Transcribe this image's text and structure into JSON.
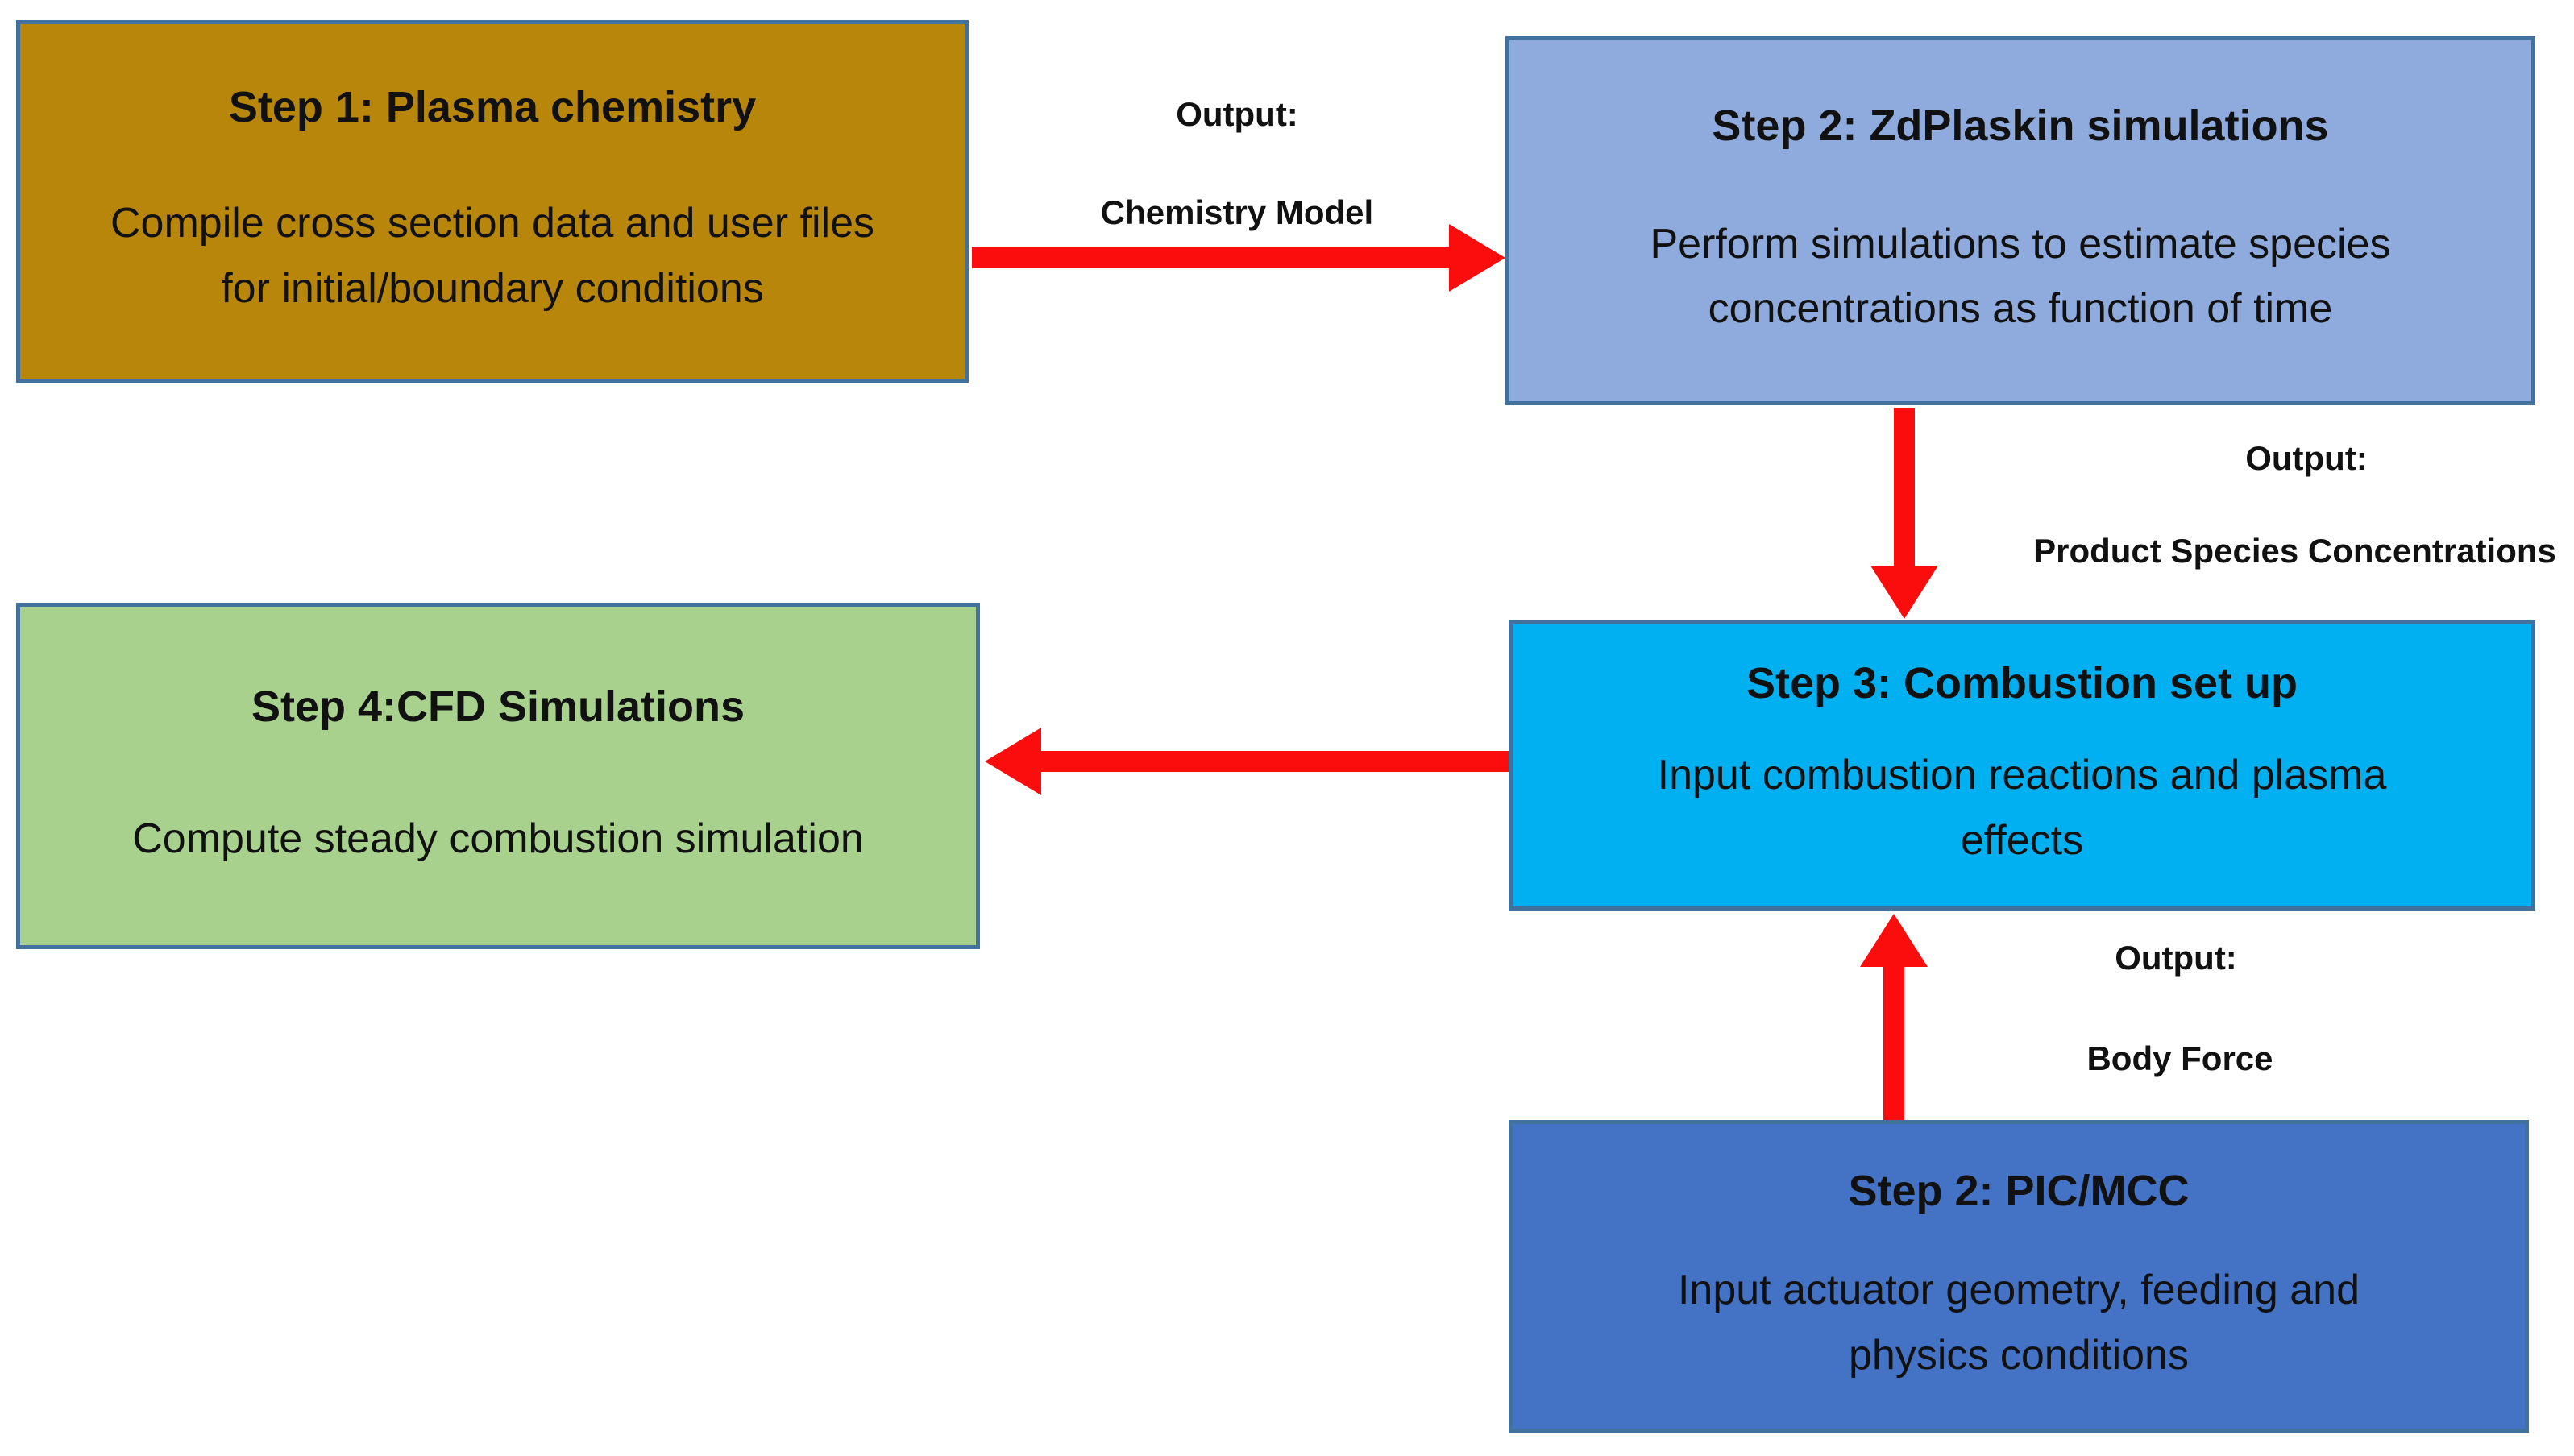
{
  "diagram": {
    "background_color": "#ffffff",
    "arrow_color": "#fb0d0d",
    "box_border_color": "#41719C",
    "text_color": "#111111",
    "boxes": [
      {
        "id": "step1",
        "title": "Step 1: Plasma chemistry",
        "body": "Compile cross section data and user files\nfor initial/boundary conditions",
        "fill": "#B8860B"
      },
      {
        "id": "step2_zdplaskin",
        "title": "Step 2: ZdPlaskin simulations",
        "body": "Perform simulations to estimate species\nconcentrations as function of time",
        "fill": "#8FAADC"
      },
      {
        "id": "step3_combustion",
        "title": "Step 3: Combustion set up",
        "body": "Input combustion reactions and plasma\neffects",
        "fill": "#00B0F0"
      },
      {
        "id": "step4_cfd",
        "title": "Step 4:CFD Simulations",
        "body": "Compute steady combustion simulation",
        "fill": "#A9D18E"
      },
      {
        "id": "step2_picmcc",
        "title": "Step 2: PIC/MCC",
        "body": "Input actuator geometry, feeding and\nphysics conditions",
        "fill": "#4472C4"
      }
    ],
    "flow_labels": [
      {
        "id": "output1",
        "text": "Output:"
      },
      {
        "id": "output1_detail",
        "text": "Chemistry Model"
      },
      {
        "id": "output2",
        "text": "Output:"
      },
      {
        "id": "output2_detail",
        "text": "Product Species Concentrations"
      },
      {
        "id": "output3",
        "text": "Output:"
      },
      {
        "id": "output3_detail",
        "text": "Body Force"
      }
    ],
    "arrows": [
      {
        "id": "arrow_step1_to_zdplaskin",
        "direction": "right"
      },
      {
        "id": "arrow_zdplaskin_to_combustion",
        "direction": "down"
      },
      {
        "id": "arrow_combustion_to_cfd",
        "direction": "left"
      },
      {
        "id": "arrow_picmcc_to_combustion",
        "direction": "up"
      }
    ]
  }
}
